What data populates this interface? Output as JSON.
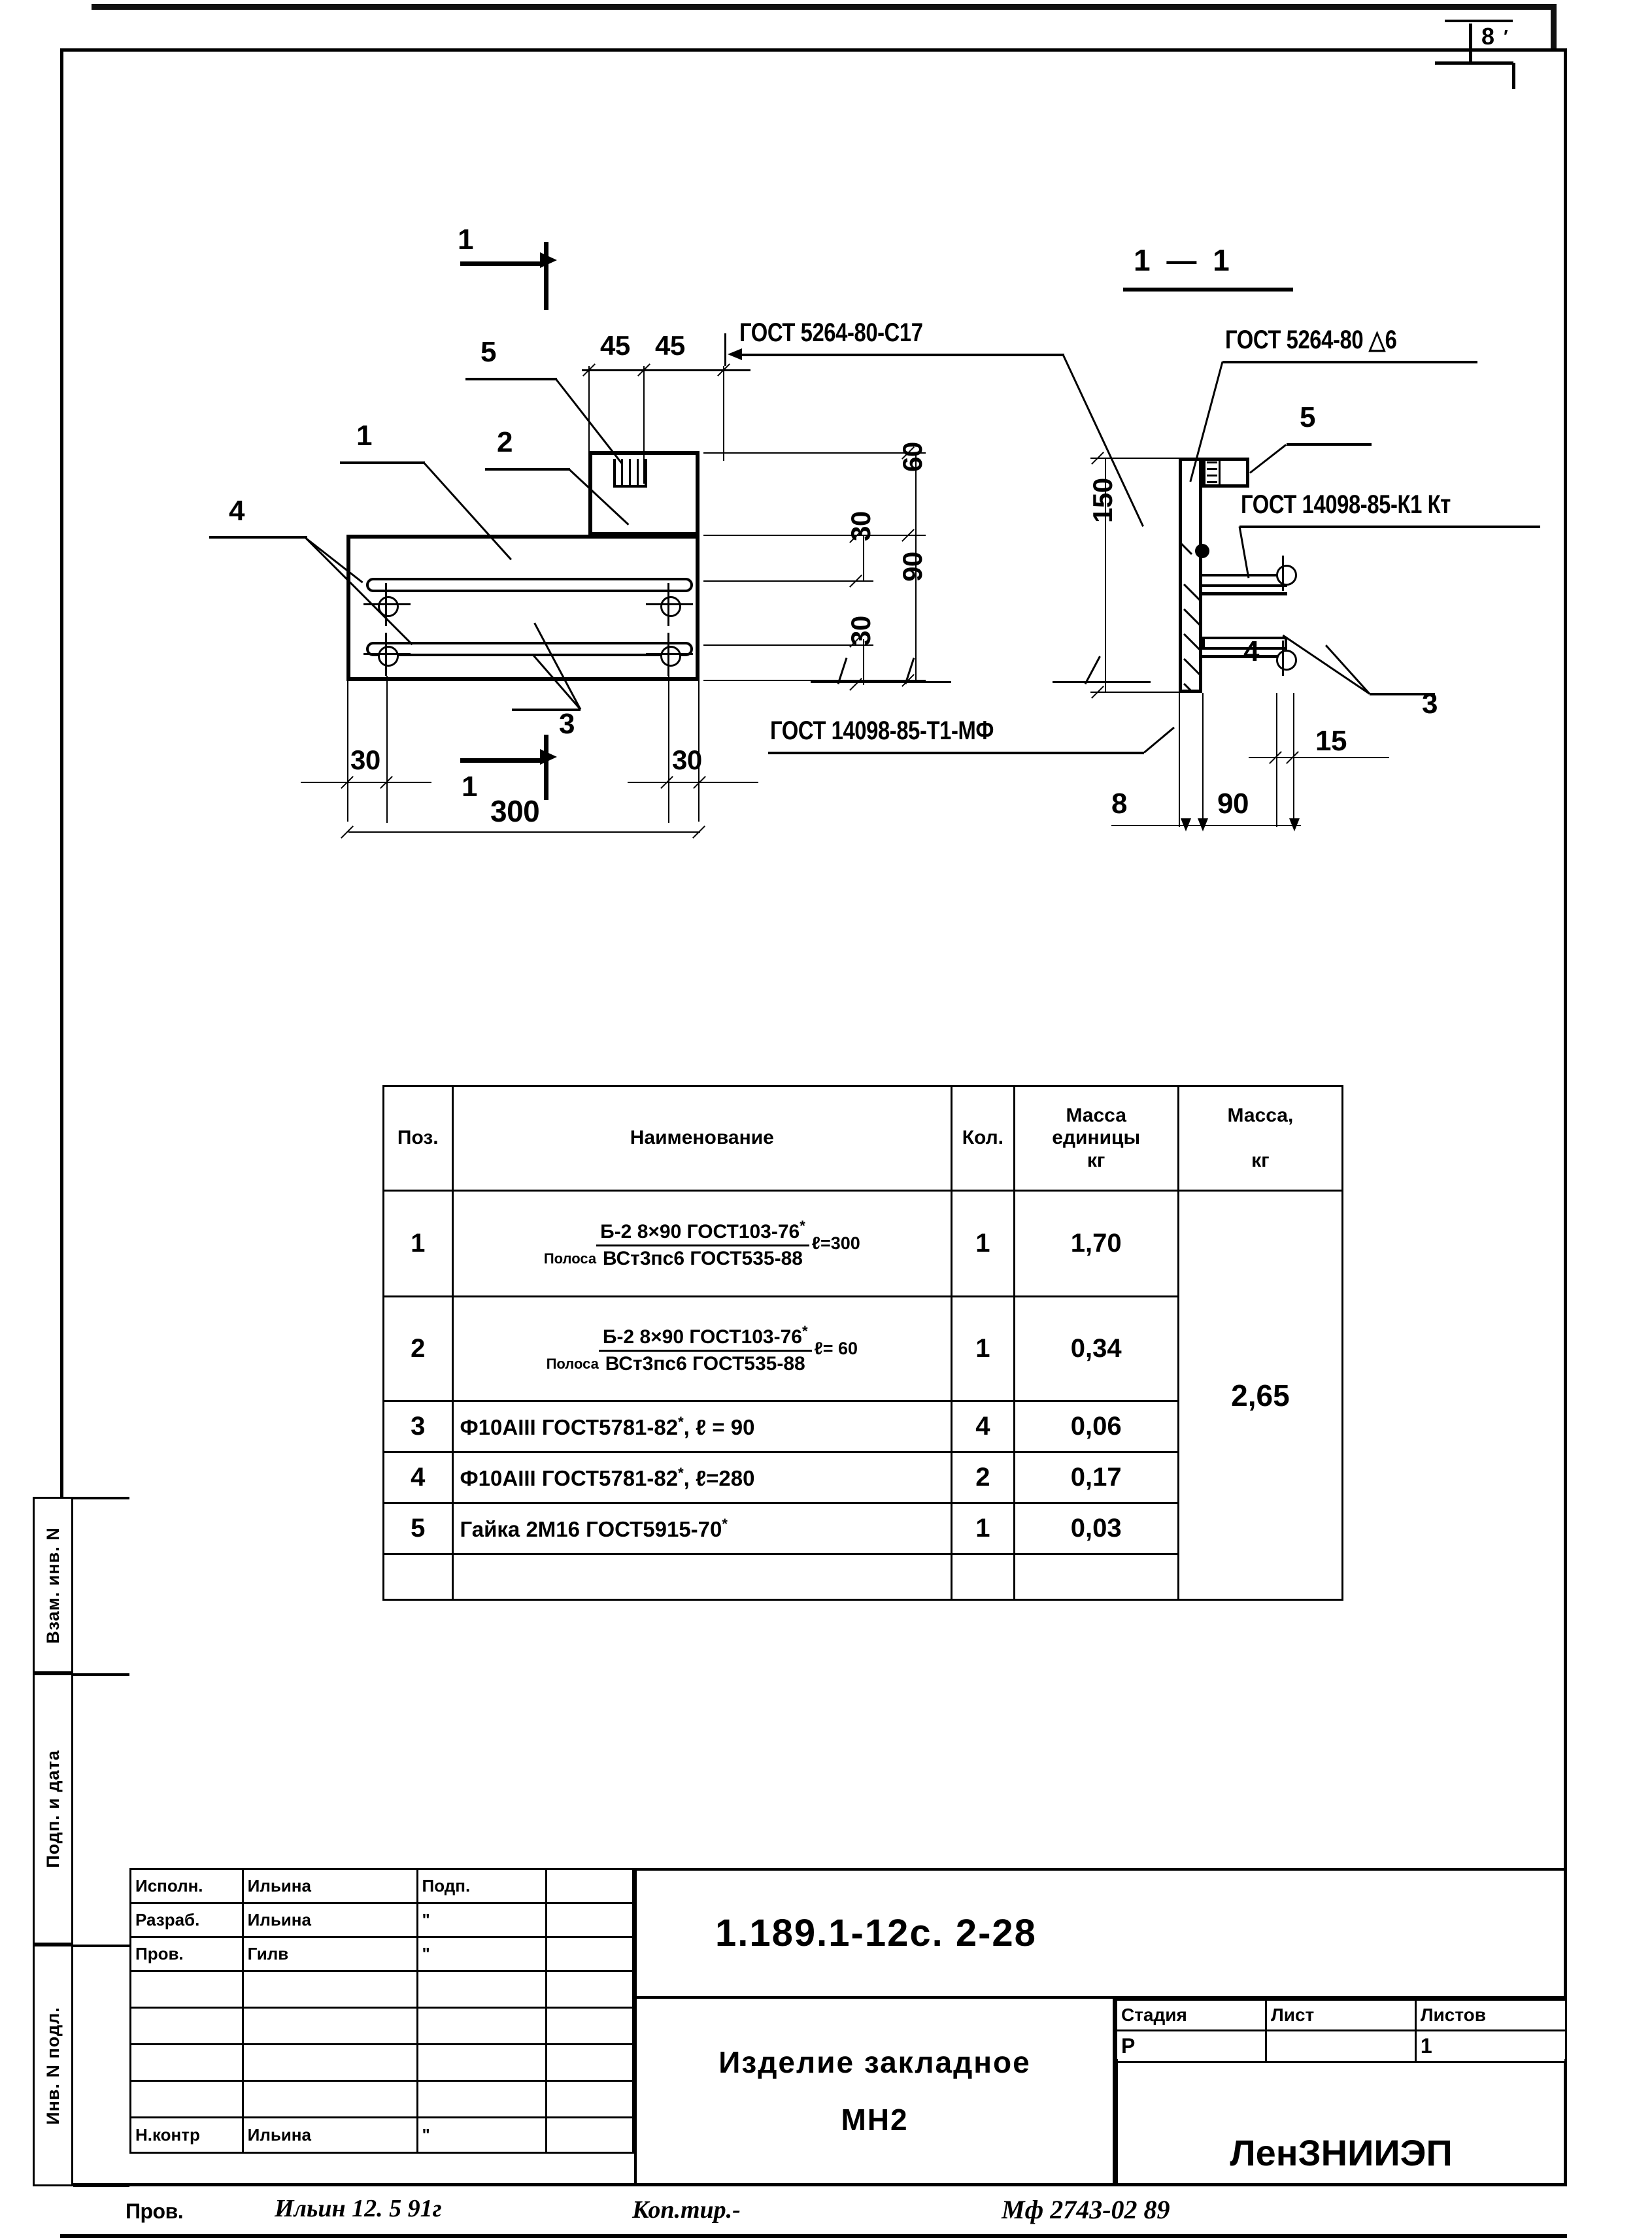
{
  "sheet": {
    "page_mark": "8"
  },
  "views": {
    "plan": {
      "section_mark": "1",
      "section_mark_bottom": "1",
      "callouts": [
        {
          "id": "pos-5",
          "label": "5"
        },
        {
          "id": "pos-2",
          "label": "2"
        },
        {
          "id": "pos-1",
          "label": "1"
        },
        {
          "id": "pos-4",
          "label": "4"
        },
        {
          "id": "pos-3",
          "label": "3"
        }
      ],
      "weld_note_top": "ГОСТ 5264-80-С17",
      "weld_note_bottom": "ГОСТ 14098-85-Т1-МФ",
      "dims": {
        "d45a": "45",
        "d45b": "45",
        "d60": "60",
        "d30a": "30",
        "d90": "90",
        "d30b": "30",
        "d30_left": "30",
        "d30_right": "30",
        "d300": "300"
      }
    },
    "section": {
      "title": "1 — 1",
      "weld_note_top": "ГОСТ 5264-80 △6",
      "weld_note_right": "ГОСТ 14098-85-К1 Кт",
      "callouts": [
        {
          "id": "pos-5",
          "label": "5"
        },
        {
          "id": "pos-4",
          "label": "4"
        },
        {
          "id": "pos-3",
          "label": "3"
        }
      ],
      "dims": {
        "d150": "150",
        "d8": "8",
        "d90": "90",
        "d15": "15"
      }
    }
  },
  "spec_table": {
    "headers": {
      "pos": "Поз.",
      "name": "Наименование",
      "qty": "Кол.",
      "unit_mass_l1": "Масса",
      "unit_mass_l2": "единицы",
      "unit_mass_l3": "кг",
      "total_mass_l1": "Масса,",
      "total_mass_l2": "кг"
    },
    "total_mass": "2,65",
    "rows": [
      {
        "pos": "1",
        "prefix": "Полоса",
        "num": "Б-2 8×90 ГОСТ103-76",
        "num_star": "*",
        "den": "ВСт3пс6 ГОСТ535-88",
        "suffix": "ℓ=300",
        "qty": "1",
        "unit_mass": "1,70"
      },
      {
        "pos": "2",
        "prefix": "Полоса",
        "num": "Б-2 8×90 ГОСТ103-76",
        "num_star": "*",
        "den": "ВСт3пс6 ГОСТ535-88",
        "suffix": "ℓ= 60",
        "qty": "1",
        "unit_mass": "0,34"
      },
      {
        "pos": "3",
        "plain": "Ф10АІІІ ГОСТ5781-82",
        "plain_star": "*",
        "plain_tail": ", ℓ = 90",
        "qty": "4",
        "unit_mass": "0,06"
      },
      {
        "pos": "4",
        "plain": "Ф10АІІІ ГОСТ5781-82",
        "plain_star": "*",
        "plain_tail": ", ℓ=280",
        "qty": "2",
        "unit_mass": "0,17"
      },
      {
        "pos": "5",
        "plain": "Гайка 2М16 ГОСТ5915-70",
        "plain_star": "*",
        "plain_tail": "",
        "qty": "1",
        "unit_mass": "0,03"
      },
      {
        "pos": "",
        "plain": "",
        "plain_star": "",
        "plain_tail": "",
        "qty": "",
        "unit_mass": ""
      }
    ]
  },
  "side_strip": {
    "items": [
      {
        "label": "Взам. инв. N"
      },
      {
        "label": "Подп. и дата"
      },
      {
        "label": "Инв. N подл."
      }
    ]
  },
  "title_block": {
    "roles": [
      {
        "role": "Исполн.",
        "name": "Ильина",
        "sign": "Подп.",
        "date": ""
      },
      {
        "role": "Разраб.",
        "name": "Ильина",
        "sign": "\"",
        "date": ""
      },
      {
        "role": "Пров.",
        "name": "Гилв",
        "sign": "\"",
        "date": ""
      },
      {
        "role": "",
        "name": "",
        "sign": "",
        "date": ""
      },
      {
        "role": "",
        "name": "",
        "sign": "",
        "date": ""
      },
      {
        "role": "",
        "name": "",
        "sign": "",
        "date": ""
      },
      {
        "role": "",
        "name": "",
        "sign": "",
        "date": ""
      },
      {
        "role": "Н.контр",
        "name": "Ильина",
        "sign": "\"",
        "date": ""
      }
    ],
    "code": "1.189.1-12с. 2-28",
    "object_line1": "Изделие закладное",
    "object_line2": "МН2",
    "stage_header": "Стадия",
    "sheet_header": "Лист",
    "sheets_header": "Листов",
    "stage_value": "Р",
    "sheet_value": "",
    "sheets_value": "1",
    "org": "ЛенЗНИИЭП"
  },
  "footer": {
    "role": "Пров.",
    "handwriting": "Ильин   12. 5  91г",
    "copy_label": "Коп.тир.-",
    "archive_code": "Мф 2743-02  89"
  }
}
